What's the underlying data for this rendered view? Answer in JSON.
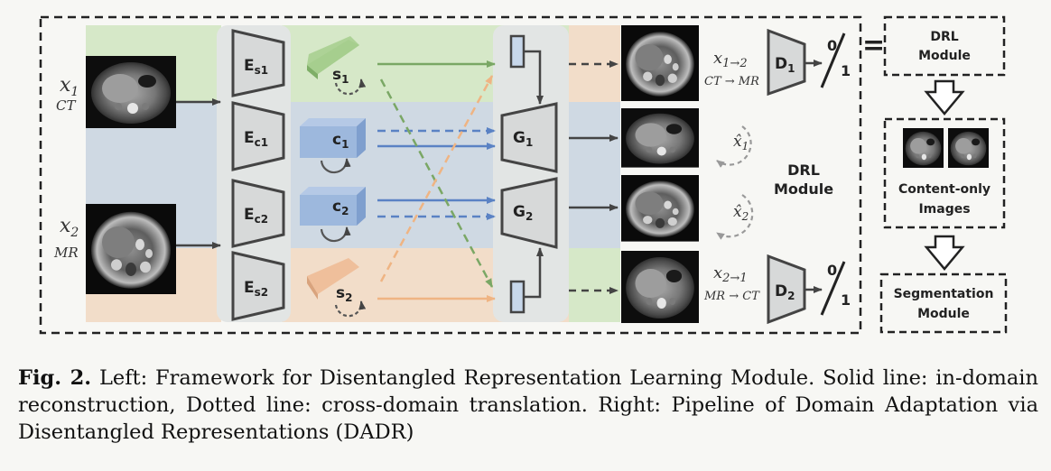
{
  "diagram": {
    "inputs": [
      {
        "symbol": "x",
        "sub": "1",
        "modality": "CT"
      },
      {
        "symbol": "x",
        "sub": "2",
        "modality": "MR"
      }
    ],
    "encoders": [
      {
        "letter": "E",
        "sub": "s1"
      },
      {
        "letter": "E",
        "sub": "c1"
      },
      {
        "letter": "E",
        "sub": "c2"
      },
      {
        "letter": "E",
        "sub": "s2"
      }
    ],
    "codes": [
      {
        "letter": "s",
        "sub": "1"
      },
      {
        "letter": "c",
        "sub": "1"
      },
      {
        "letter": "c",
        "sub": "2"
      },
      {
        "letter": "s",
        "sub": "2"
      }
    ],
    "generators": [
      {
        "letter": "G",
        "sub": "1"
      },
      {
        "letter": "G",
        "sub": "2"
      }
    ],
    "outputs": [
      {
        "main": "x",
        "sub": "1→2",
        "caption": "CT → MR"
      },
      {
        "main": "x̂",
        "sub": "1",
        "caption": ""
      },
      {
        "main": "x̂",
        "sub": "2",
        "caption": ""
      },
      {
        "main": "x",
        "sub": "2→1",
        "caption": "MR → CT"
      }
    ],
    "discriminators": [
      {
        "letter": "D",
        "sub": "1",
        "top": "0",
        "bottom": "1"
      },
      {
        "letter": "D",
        "sub": "2",
        "top": "0",
        "bottom": "1"
      }
    ],
    "drl_center_label": [
      "DRL",
      "Module"
    ],
    "equals": "=",
    "pipeline": {
      "drl": [
        "DRL",
        "Module"
      ],
      "content": [
        "Content-only",
        "Images"
      ],
      "seg": [
        "Segmentation",
        "Module"
      ]
    },
    "colors": {
      "green": "#d6e8c8",
      "blue": "#cfd9e3",
      "peach": "#f2ddc9",
      "green_arrow": "#7aa765",
      "blue_arrow": "#5a82c4",
      "orange_arrow": "#efb483",
      "code_blue": "#9db8dd",
      "code_green": "#a8cf90",
      "code_peach": "#efbf9b"
    }
  },
  "caption": {
    "label": "Fig. 2.",
    "text": "Left: Framework for Disentangled Representation Learning Module. Solid line: in-domain reconstruction, Dotted line: cross-domain translation. Right: Pipeline of Domain Adaptation via Disentangled Representations (DADR)"
  }
}
